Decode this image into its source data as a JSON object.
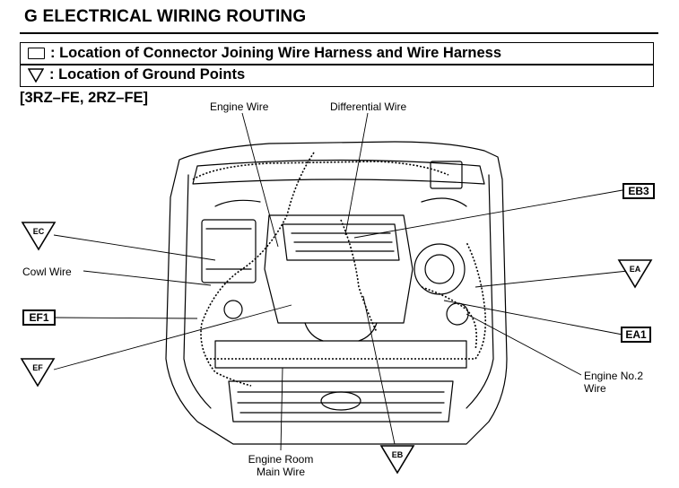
{
  "title": "G  ELECTRICAL WIRING ROUTING",
  "legend": {
    "connector_text": ": Location of Connector Joining Wire Harness and Wire Harness",
    "ground_text": ": Location of Ground Points"
  },
  "subtitle": "[3RZ–FE, 2RZ–FE]",
  "labels": {
    "engine_wire": "Engine Wire",
    "differential_wire": "Differential Wire",
    "cowl_wire": "Cowl Wire",
    "engine_no2_wire_line1": "Engine No.2",
    "engine_no2_wire_line2": "Wire",
    "engine_room_line1": "Engine Room",
    "engine_room_line2": "Main Wire"
  },
  "connectors": {
    "eb3": "EB3",
    "ef1": "EF1",
    "ea1": "EA1"
  },
  "ground_points": {
    "ec": "EC",
    "ef": "EF",
    "ea": "EA",
    "eb": "EB"
  }
}
